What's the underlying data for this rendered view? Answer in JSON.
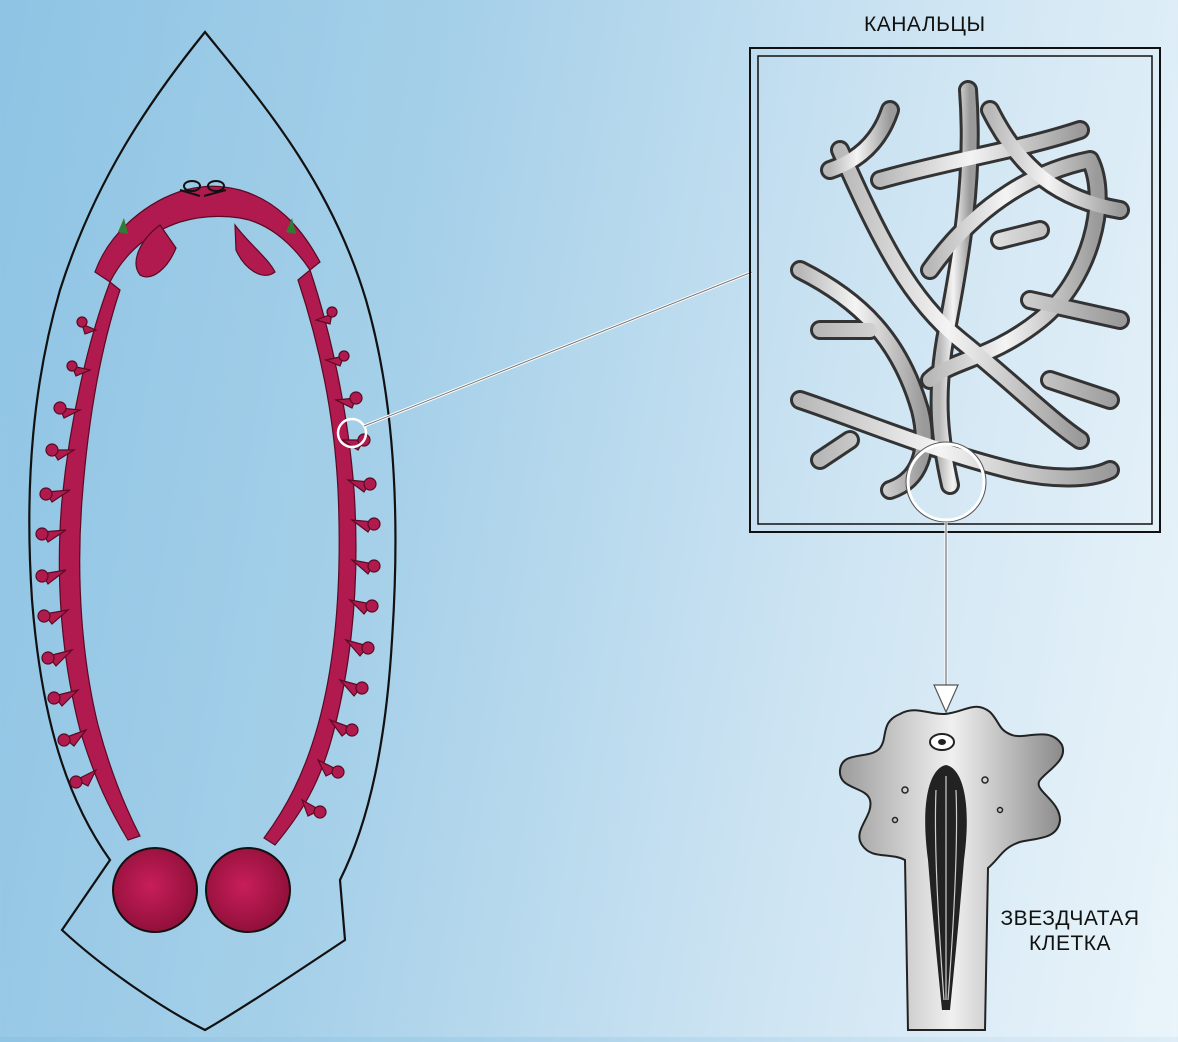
{
  "labels": {
    "tubules": "КАНАЛЬЦЫ",
    "stellate_cell_line1": "ЗВЕЗДЧАТАЯ",
    "stellate_cell_line2": "КЛЕТКА"
  },
  "colors": {
    "background_left": "#8ec4e4",
    "background_right": "#eaf4fa",
    "excretory_canal": "#b01a4e",
    "outline": "#111111",
    "tubule_fill": "#e6e6e6"
  }
}
